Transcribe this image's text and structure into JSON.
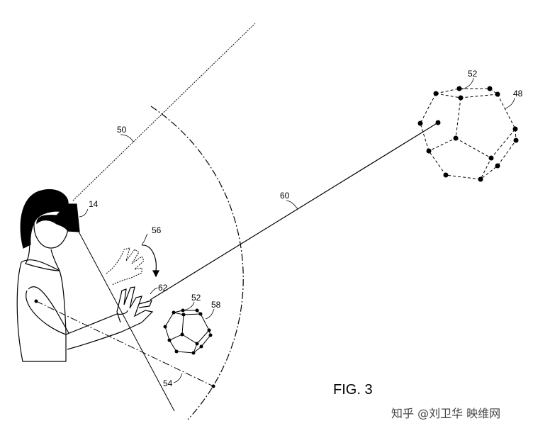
{
  "figure_label": "FIG. 3",
  "labels": {
    "hmd": "14",
    "gaze_ray": "50",
    "virtual_object_far": "48",
    "vertices_far": "52",
    "pointer_ray": "60",
    "gesture": "56",
    "hand_point": "62",
    "vertices_near": "52",
    "virtual_object_near": "58",
    "arm_reach": "54"
  },
  "watermark": "知乎 @刘卫华 映维网"
}
